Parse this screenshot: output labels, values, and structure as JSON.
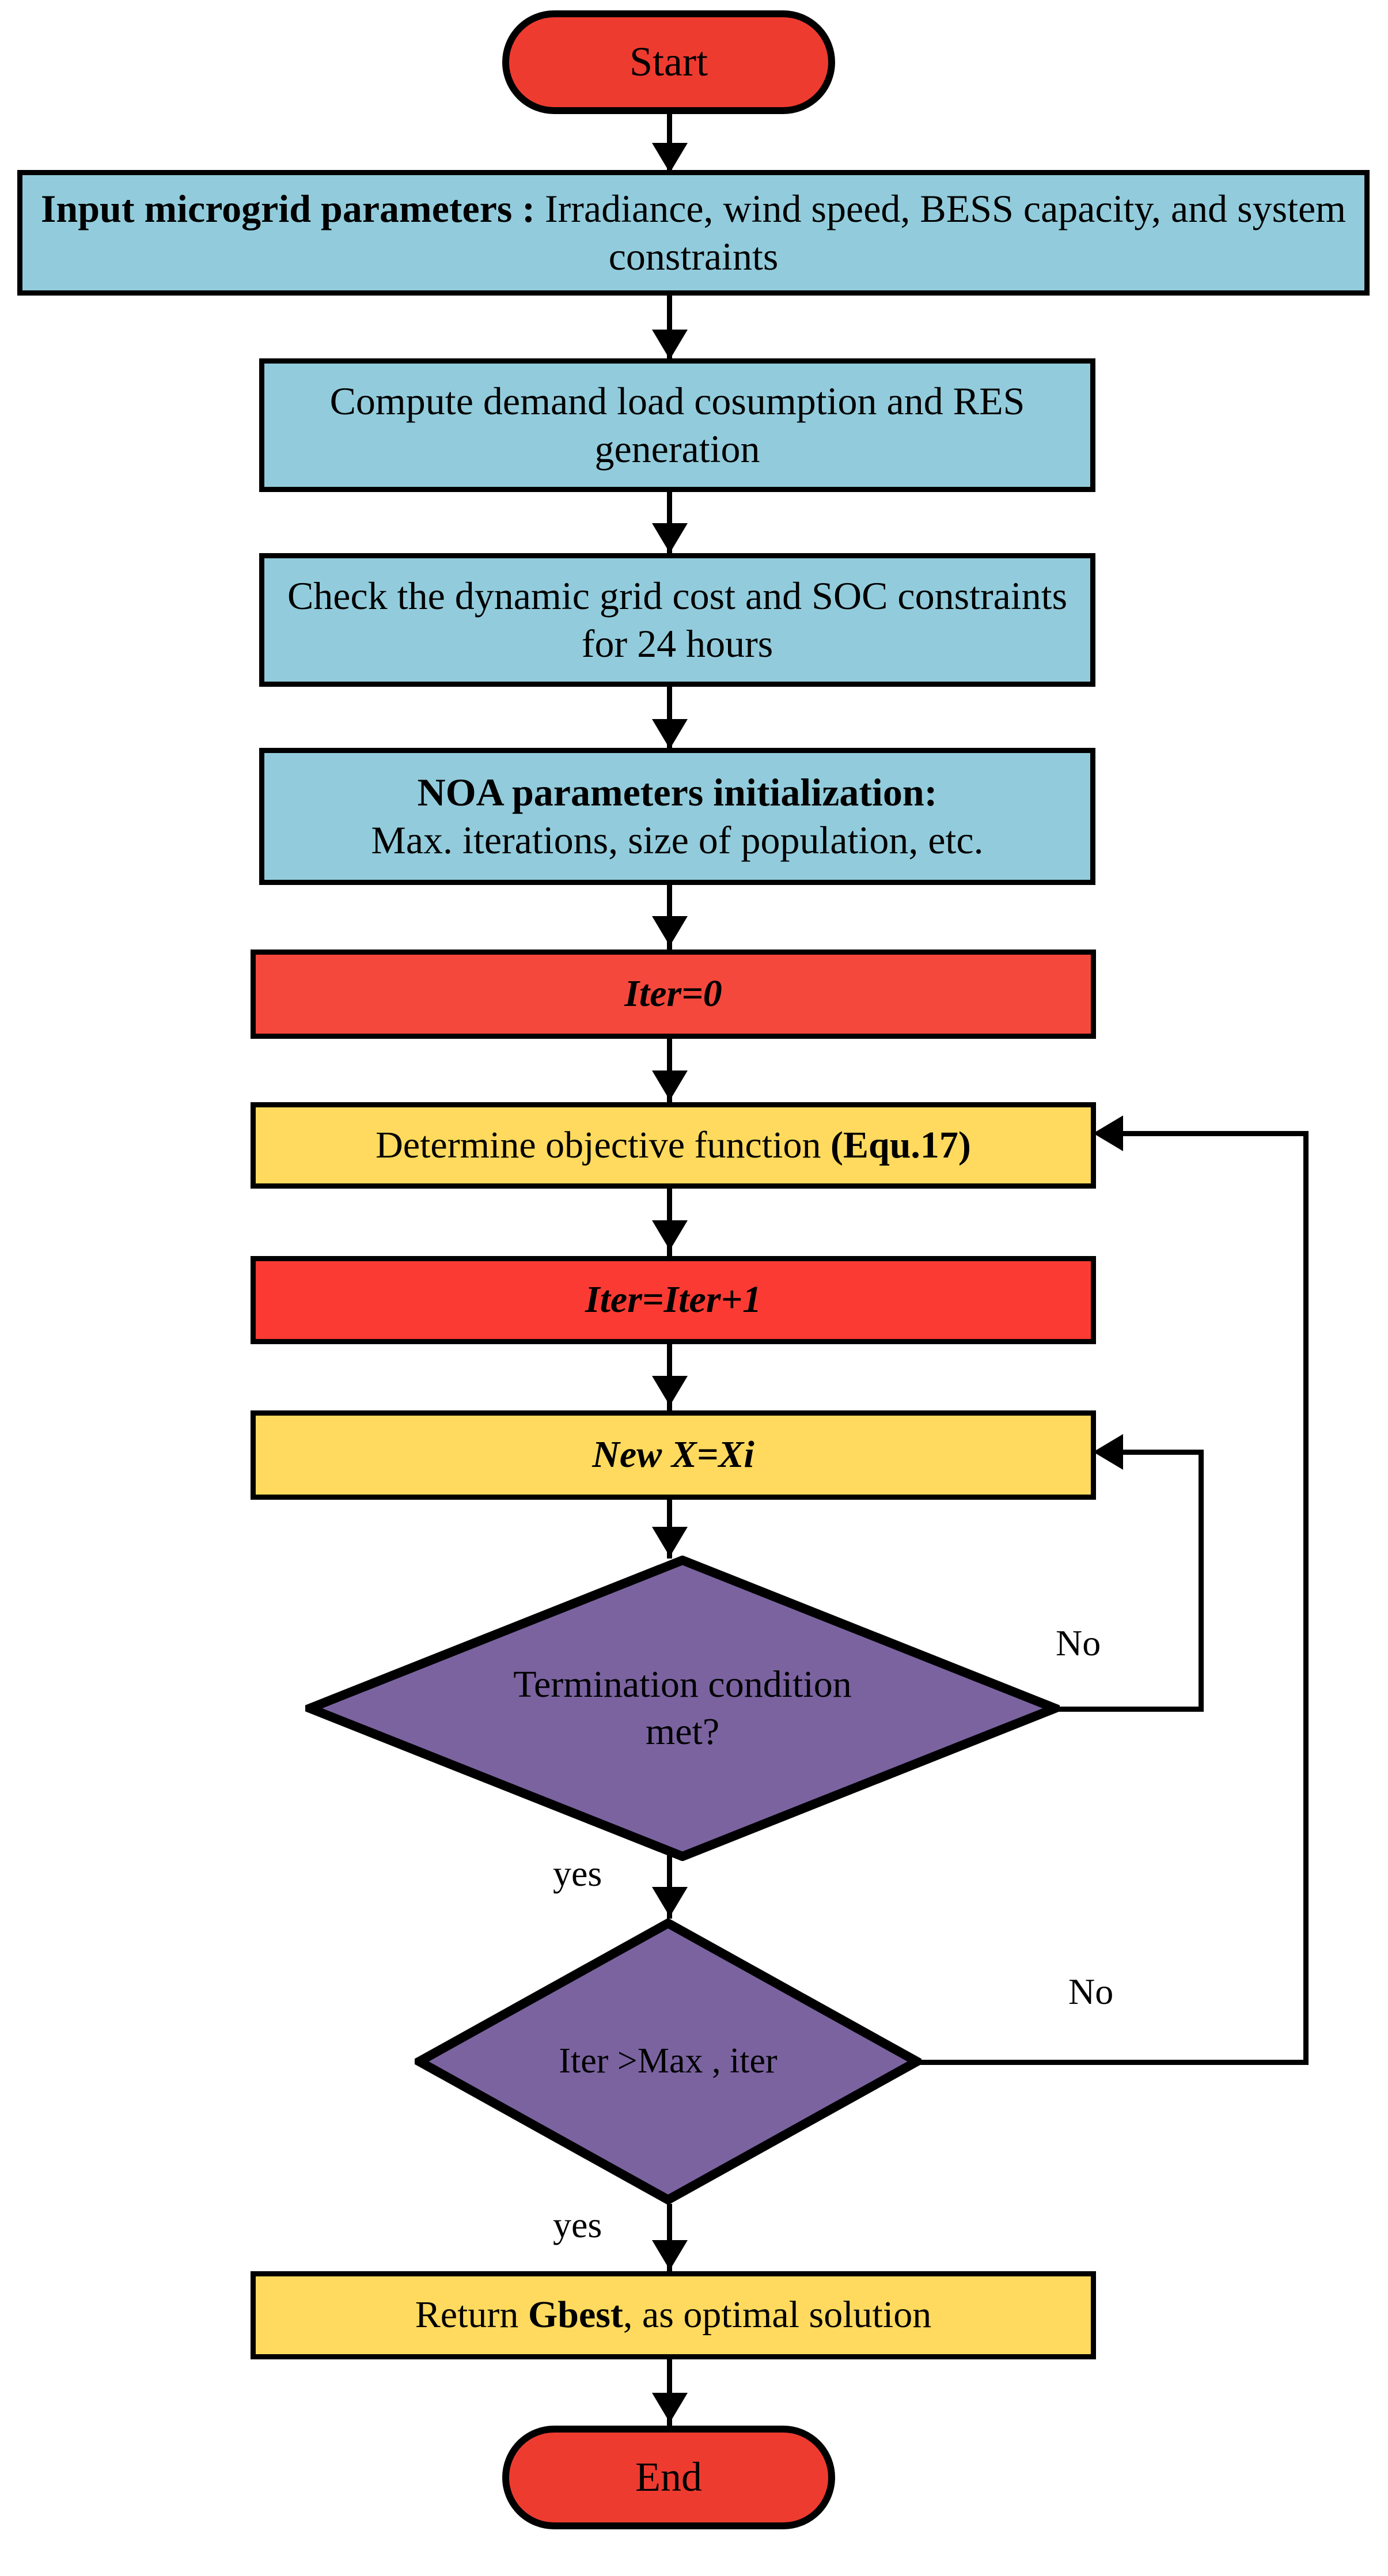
{
  "diagram": {
    "title": "NOA based microgrid optimization flowchart",
    "type": "flowchart",
    "colors": {
      "terminal_red": "#ee3b30",
      "process_blue": "#92ccdc",
      "process_yellow": "#ffda5e",
      "iteration_red_light": "#f5483c",
      "iteration_red_bright": "#fb3b33",
      "decision_purple": "#7b63a0",
      "outline_black": "#000000",
      "background_white": "#ffffff"
    }
  },
  "nodes": {
    "start": {
      "label": "Start",
      "shape": "terminator"
    },
    "input_params": {
      "label_bold": "Input microgrid parameters :",
      "label_rest": " Irradiance, wind speed, BESS capacity, and system constraints",
      "shape": "process"
    },
    "compute_demand": {
      "label": "Compute demand load cosumption and RES generation",
      "shape": "process"
    },
    "check_cost": {
      "label": "Check the dynamic grid cost and SOC constraints for 24 hours",
      "shape": "process"
    },
    "noa_init": {
      "label_bold": "NOA parameters initialization:",
      "label_rest": "Max. iterations, size of population, etc.",
      "shape": "process"
    },
    "iter_zero": {
      "label": "Iter=0",
      "shape": "process"
    },
    "objective": {
      "label_plain": "Determine objective function ",
      "label_bold": "(Equ.17)",
      "shape": "process"
    },
    "iter_inc": {
      "label": "Iter=Iter+1",
      "shape": "process"
    },
    "new_x": {
      "label": "New X=Xi",
      "shape": "process"
    },
    "termination": {
      "label_line1": "Termination condition",
      "label_line2": "met?",
      "shape": "decision"
    },
    "iter_max": {
      "label": "Iter >Max , iter",
      "shape": "decision"
    },
    "return_gbest": {
      "label_plain_1": "Return ",
      "label_bold": "Gbest",
      "label_plain_2": ", as optimal solution",
      "shape": "process"
    },
    "end": {
      "label": "End",
      "shape": "terminator"
    }
  },
  "edges": {
    "termination_no": "No",
    "termination_yes": "yes",
    "iter_max_no": "No",
    "iter_max_yes": "yes"
  }
}
